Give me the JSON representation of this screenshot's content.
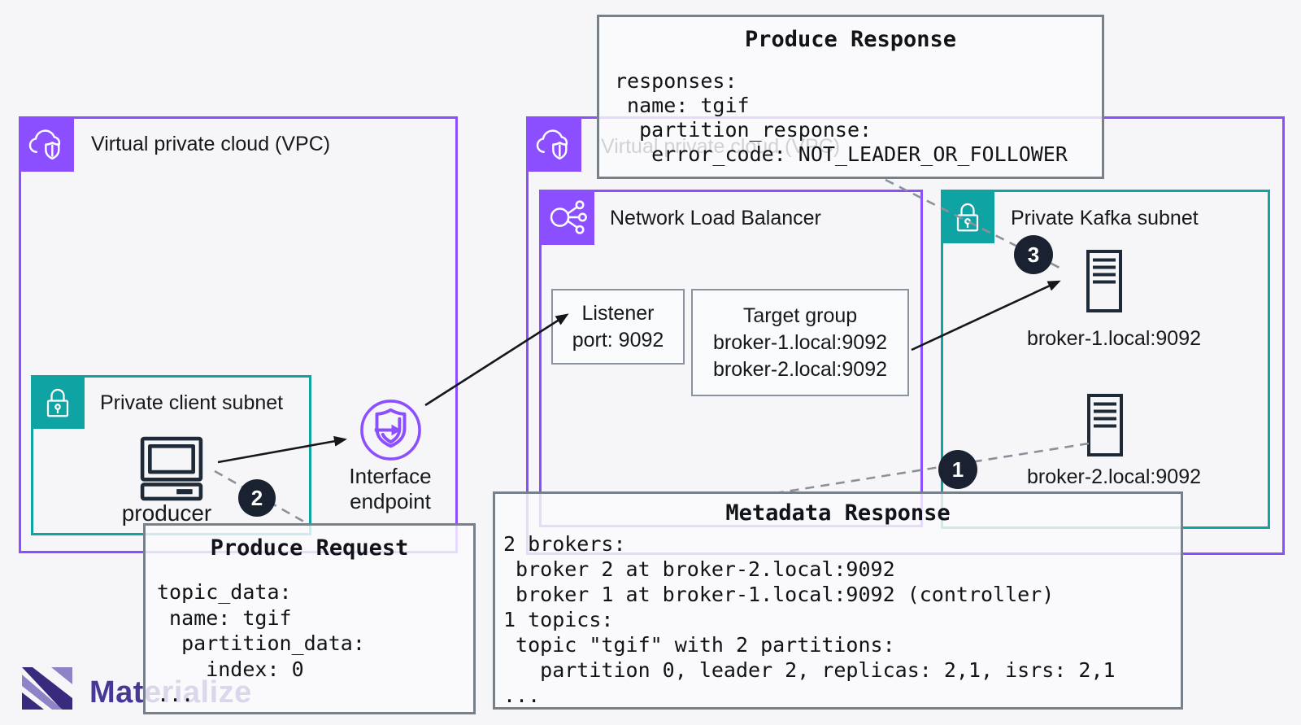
{
  "colors": {
    "vpc_purple": "#8C4FFF",
    "subnet_teal": "#0FA3A3",
    "icon_dark": "#1F2A38",
    "step_circle": "#1A2130",
    "overlay_border": "#788089",
    "background": "#F6F6F9",
    "logo_purple": "#463896"
  },
  "left_vpc": {
    "label": "Virtual private cloud (VPC)"
  },
  "right_vpc": {
    "label": "Virtual private cloud (VPC)"
  },
  "client_subnet": {
    "label": "Private client subnet",
    "producer_label": "producer"
  },
  "interface_endpoint": {
    "label_line1": "Interface",
    "label_line2": "endpoint"
  },
  "nlb": {
    "label": "Network Load Balancer",
    "listener": {
      "title": "Listener",
      "port": "port: 9092"
    },
    "target_group": {
      "title": "Target group",
      "targets": [
        "broker-1.local:9092",
        "broker-2.local:9092"
      ]
    }
  },
  "kafka_subnet": {
    "label": "Private Kafka subnet",
    "brokers": [
      {
        "label": "broker-1.local:9092"
      },
      {
        "label": "broker-2.local:9092"
      }
    ]
  },
  "steps": {
    "one": "1",
    "two": "2",
    "three": "3"
  },
  "overlays": {
    "produce_request": {
      "title": "Produce Request",
      "lines": [
        "topic_data:",
        " name: tgif",
        "  partition_data:",
        "    index: 0",
        "..."
      ]
    },
    "produce_response": {
      "title": "Produce Response",
      "lines": [
        "responses:",
        " name: tgif",
        "  partition_response:",
        "   error_code: NOT_LEADER_OR_FOLLOWER"
      ]
    },
    "metadata_response": {
      "title": "Metadata Response",
      "lines": [
        "2 brokers:",
        " broker 2 at broker-2.local:9092",
        " broker 1 at broker-1.local:9092 (controller)",
        "1 topics:",
        " topic \"tgif\" with 2 partitions:",
        "   partition 0, leader 2, replicas: 2,1, isrs: 2,1",
        "..."
      ]
    }
  },
  "logo": {
    "wordmark": "Materialize"
  }
}
